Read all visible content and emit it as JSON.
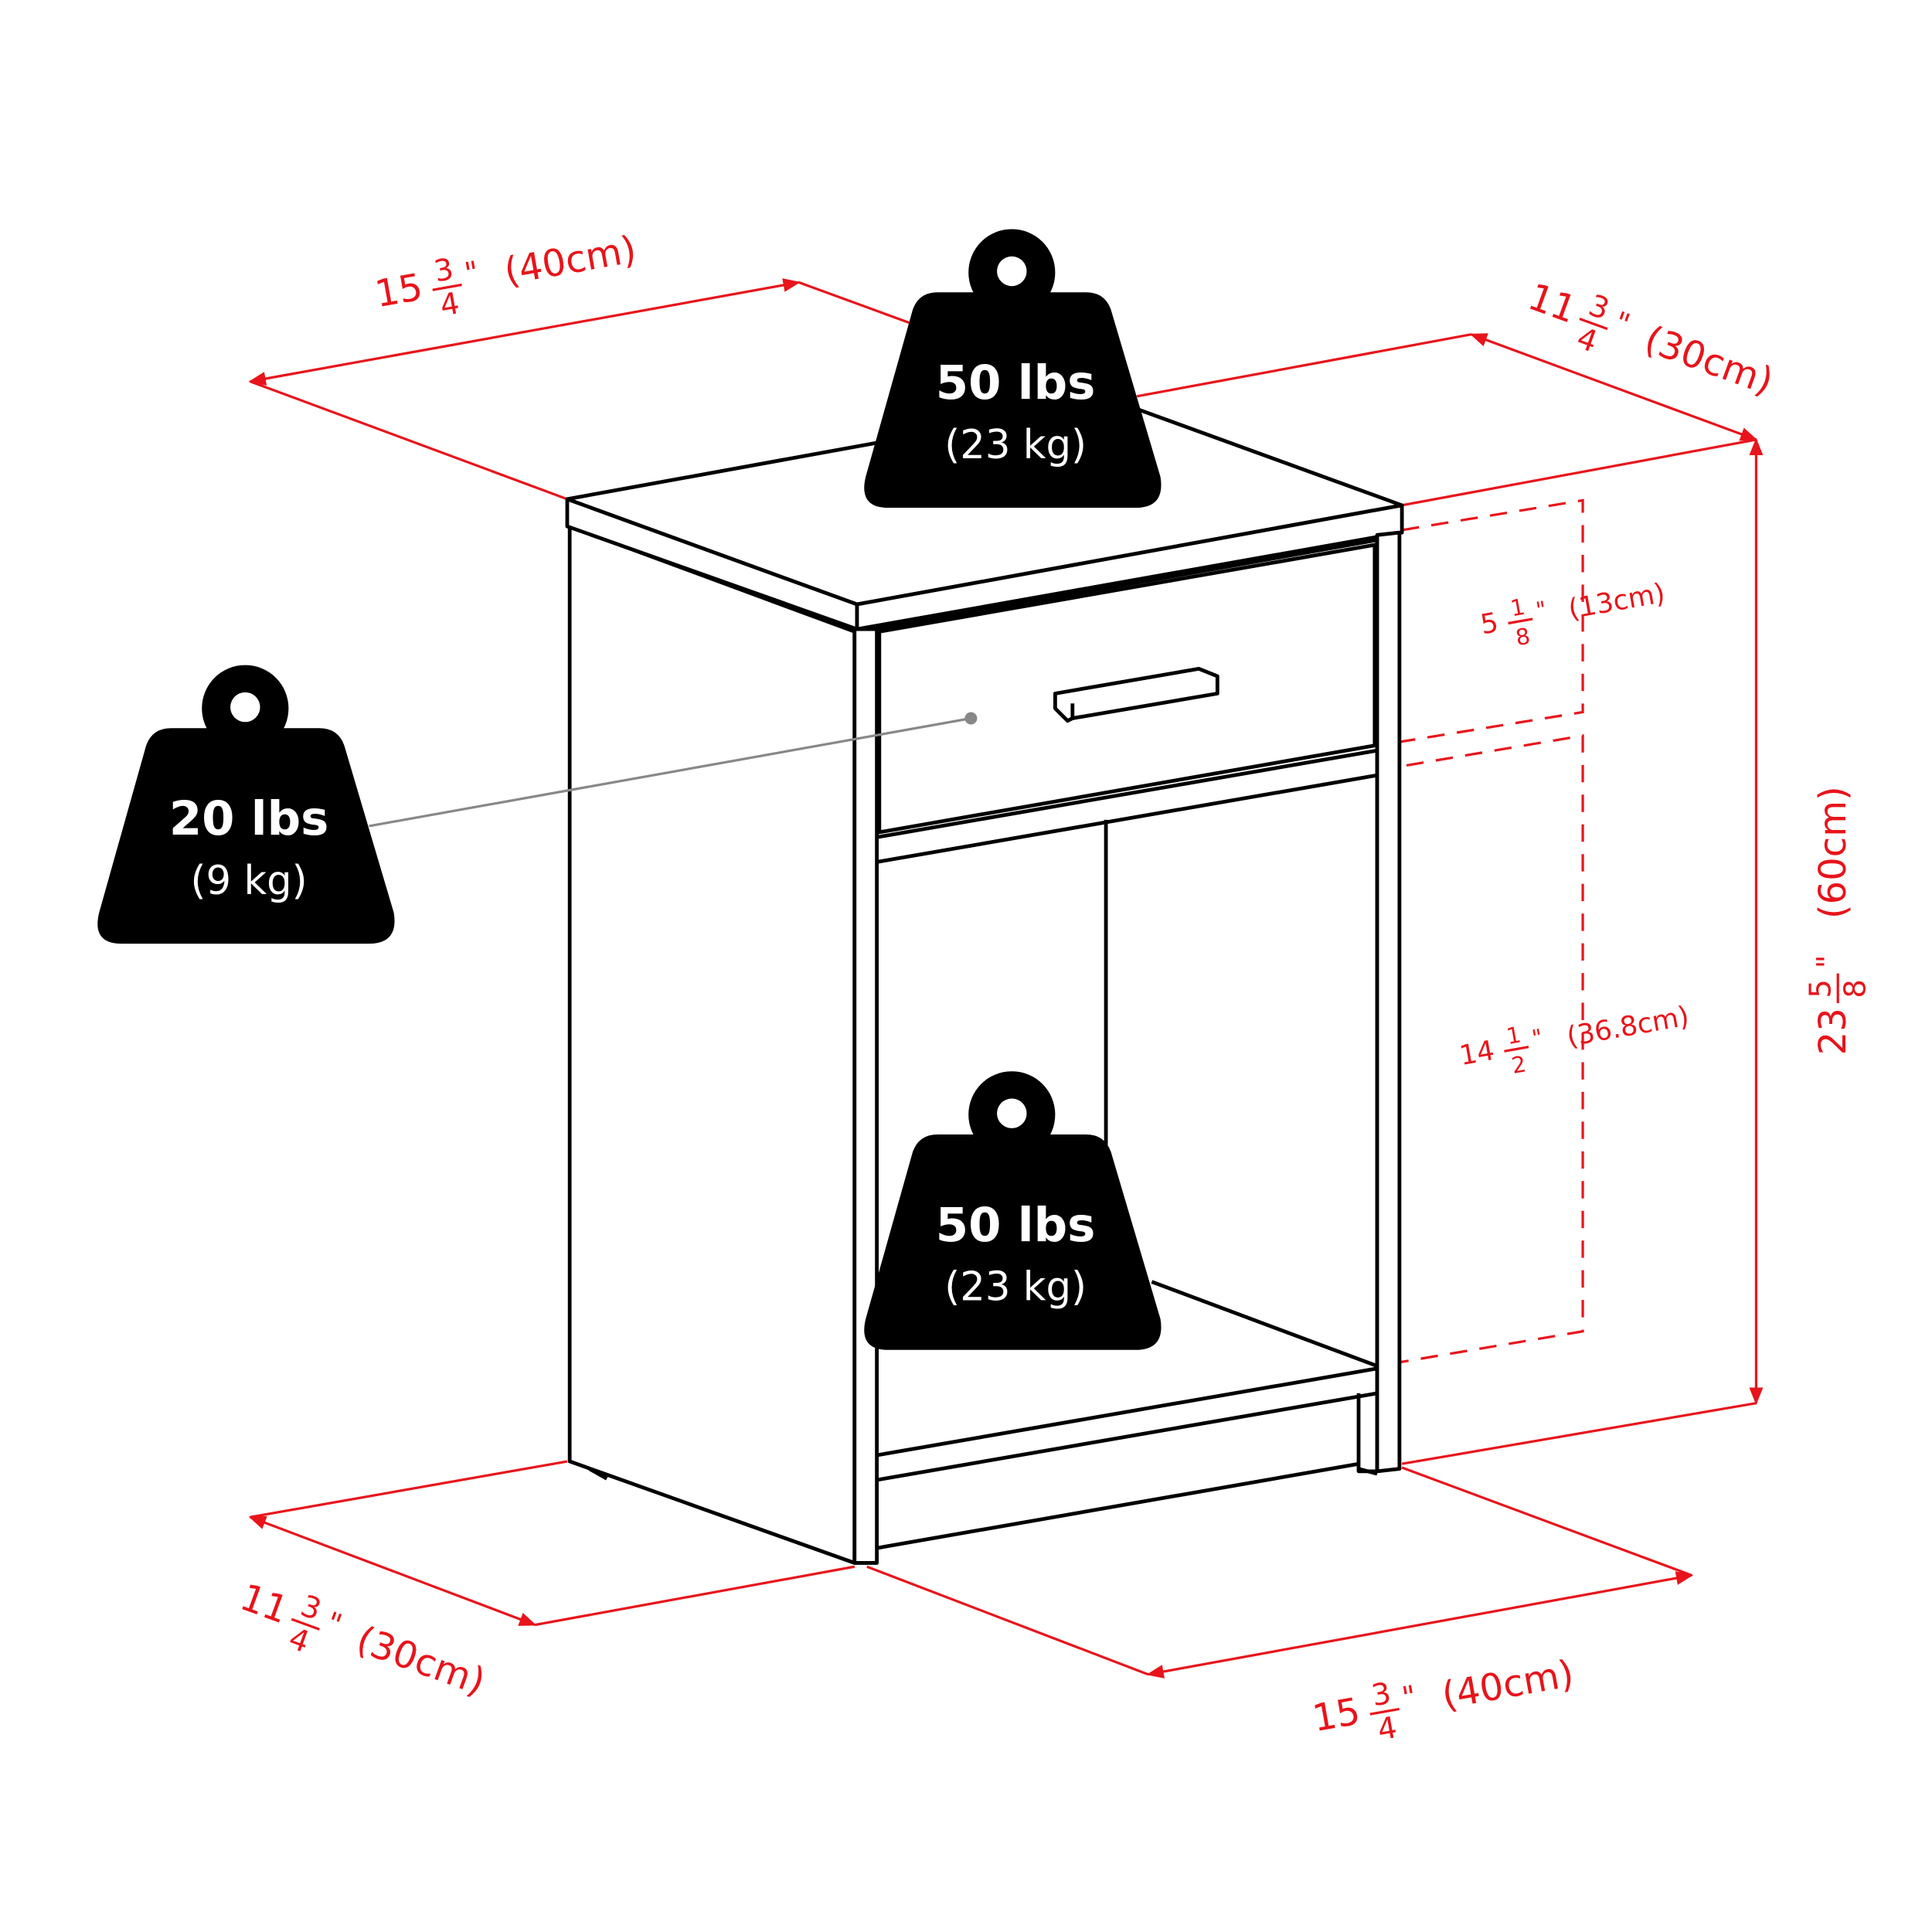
{
  "weights": {
    "top": {
      "lbs": "50 lbs",
      "kg": "(23 kg)"
    },
    "drawer": {
      "lbs": "20 lbs",
      "kg": "(9 kg)"
    },
    "shelf": {
      "lbs": "50 lbs",
      "kg": "(23 kg)"
    }
  },
  "dimensions": {
    "top_width": {
      "whole": "15",
      "num": "3",
      "den": "4",
      "mark": "\"",
      "metric": "(40cm)"
    },
    "top_depth": {
      "whole": "11",
      "num": "3",
      "den": "4",
      "mark": "\"",
      "metric": "(30cm)"
    },
    "height": {
      "whole": "23",
      "num": "5",
      "den": "8",
      "mark": "\"",
      "metric": "(60cm)"
    },
    "drawer_height": {
      "whole": "5",
      "num": "1",
      "den": "8",
      "mark": "\"",
      "metric": "(13cm)"
    },
    "opening_height": {
      "whole": "14",
      "num": "1",
      "den": "2",
      "mark": "\"",
      "metric": "(36.8cm)"
    },
    "bottom_depth": {
      "whole": "11",
      "num": "3",
      "den": "4",
      "mark": "\"",
      "metric": "(30cm)"
    },
    "bottom_width": {
      "whole": "15",
      "num": "3",
      "den": "4",
      "mark": "\"",
      "metric": "(40cm)"
    }
  },
  "colors": {
    "dimension": "#e8141b",
    "outline": "#000000",
    "leader": "#888888"
  }
}
